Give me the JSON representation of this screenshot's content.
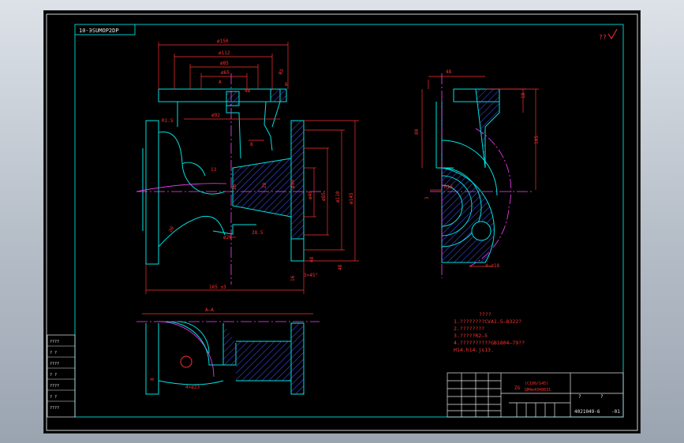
{
  "drawing": {
    "title_tag": "10-ЭSUMOP2DP",
    "roughness_mark": "??",
    "dimensions": {
      "phi150": "ø150",
      "phi112": "ø112",
      "phi85": "ø85",
      "phi65": "ø65",
      "phi92": "ø92",
      "r1_5": "R1.5",
      "w48a": "48",
      "r5": "R5",
      "w8": "8",
      "w13": "13",
      "phi20": "ø20",
      "r26": "26",
      "l28": "28",
      "phi50": "ø50",
      "phi40": "ø40",
      "phi85b": "ø85",
      "phi110": "ø110",
      "phi145": "ø145",
      "t28_5": "28.5",
      "t165": "165 ±3",
      "t16": "16",
      "t3x45": "3×45°",
      "t48a": "48",
      "t48b": "48",
      "t20": "20",
      "t6": "6",
      "side48": "48",
      "side18": "18",
      "side80": "80",
      "side105": "105",
      "side_r16": "R16",
      "side_4phi18": "4-ø18",
      "side3": "3"
    },
    "section_label": "A",
    "section_cut_label": "A—A",
    "bottom_dim": "4×ø23",
    "bottom_dim2": "8",
    "notes_title": "????",
    "notes": [
      "1.????????CVA1.5—8322?",
      "2.????????",
      "3.?????R2—5",
      "4.??????????GB1804—79??",
      "  H14.h14.js13."
    ],
    "title_block": {
      "material": "ZG",
      "material_spec": "(C100/S45)",
      "material_spec2": "GM4e4340631",
      "scale": "?",
      "sheet": "?",
      "drawing_no": "4021049-6",
      "drawing_suffix": "-01"
    },
    "left_table_rows": [
      "????",
      "?  ?",
      "????",
      "?  ?",
      "????",
      "?  ?",
      "????"
    ]
  }
}
